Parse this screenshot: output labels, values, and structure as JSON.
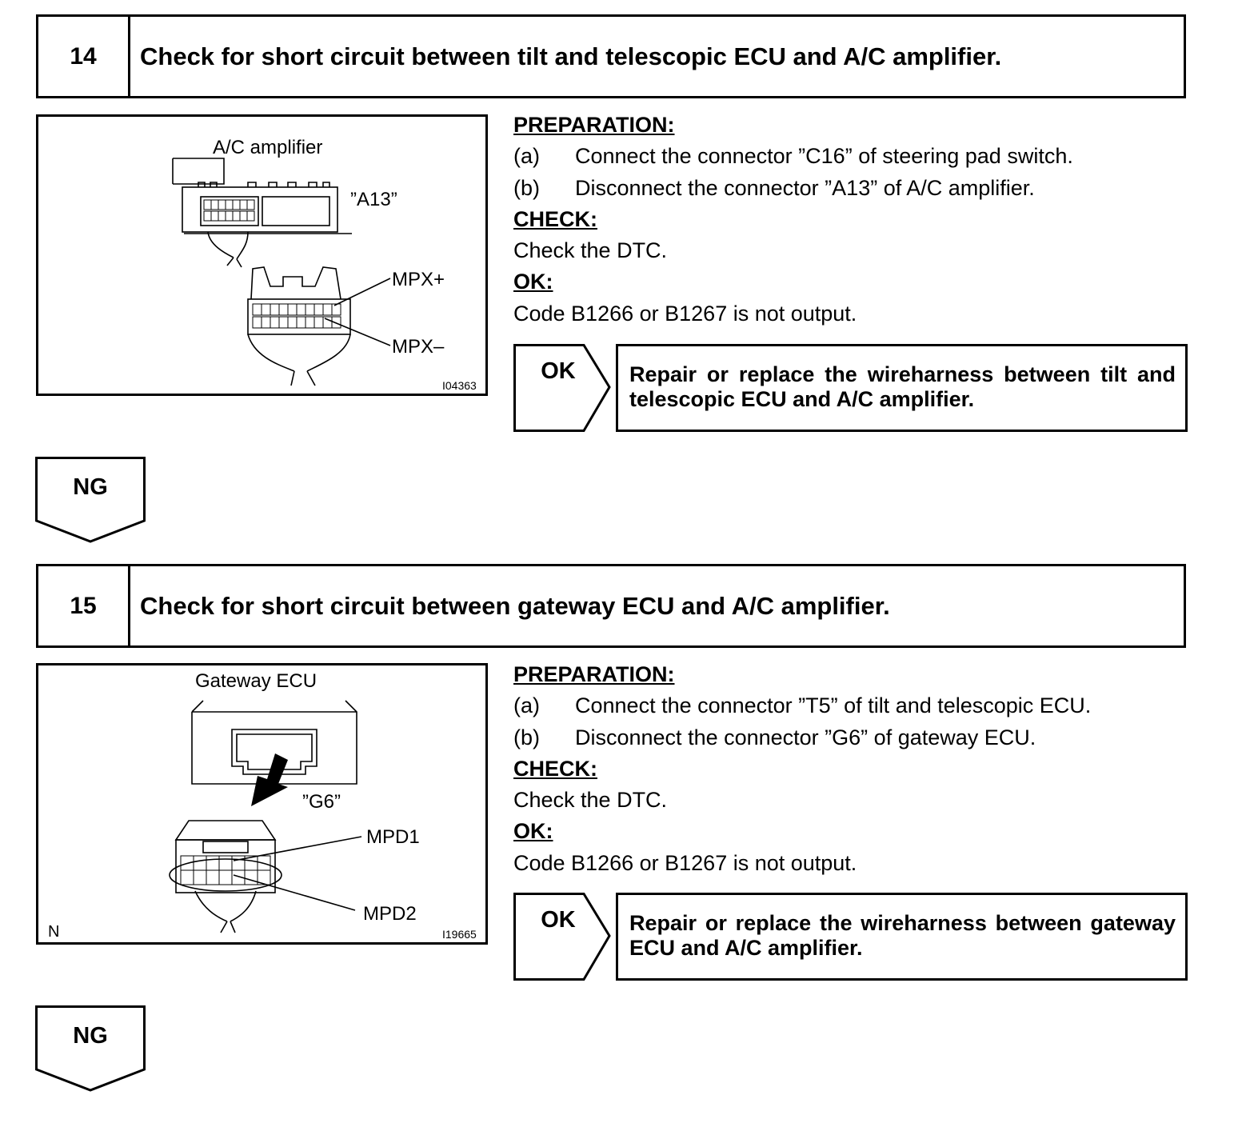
{
  "steps": [
    {
      "number": "14",
      "title": "Check for short circuit between tilt and telescopic ECU and A/C amplifier.",
      "figure": {
        "component_label": "A/C amplifier",
        "connector_label": "”A13”",
        "terminal_plus": "MPX+",
        "terminal_minus": "MPX–",
        "figure_id": "I04363",
        "corner_label": ""
      },
      "preparation_heading": "PREPARATION:",
      "preparation": [
        {
          "tag": "(a)",
          "text": "Connect the connector ”C16” of steering pad switch."
        },
        {
          "tag": "(b)",
          "text": "Disconnect the connector ”A13” of A/C amplifier."
        }
      ],
      "check_heading": "CHECK:",
      "check_text": "Check the DTC.",
      "ok_heading": "OK:",
      "ok_text": "Code B1266 or B1267 is not output.",
      "ok_arrow_label": "OK",
      "repair_text": "Repair or replace the wireharness between tilt and telescopic ECU and A/C amplifier.",
      "ng_label": "NG"
    },
    {
      "number": "15",
      "title": "Check for short circuit between gateway ECU and A/C amplifier.",
      "figure": {
        "component_label": "Gateway ECU",
        "connector_label": "”G6”",
        "terminal_plus": "MPD1",
        "terminal_minus": "MPD2",
        "figure_id": "I19665",
        "corner_label": "N"
      },
      "preparation_heading": "PREPARATION:",
      "preparation": [
        {
          "tag": "(a)",
          "text": "Connect the connector ”T5” of tilt and telescopic ECU."
        },
        {
          "tag": "(b)",
          "text": "Disconnect the connector ”G6” of gateway ECU."
        }
      ],
      "check_heading": "CHECK:",
      "check_text": "Check the DTC.",
      "ok_heading": "OK:",
      "ok_text": "Code B1266 or B1267 is not output.",
      "ok_arrow_label": "OK",
      "repair_text": "Repair or replace the wireharness between gateway ECU and A/C amplifier.",
      "ng_label": "NG"
    }
  ]
}
